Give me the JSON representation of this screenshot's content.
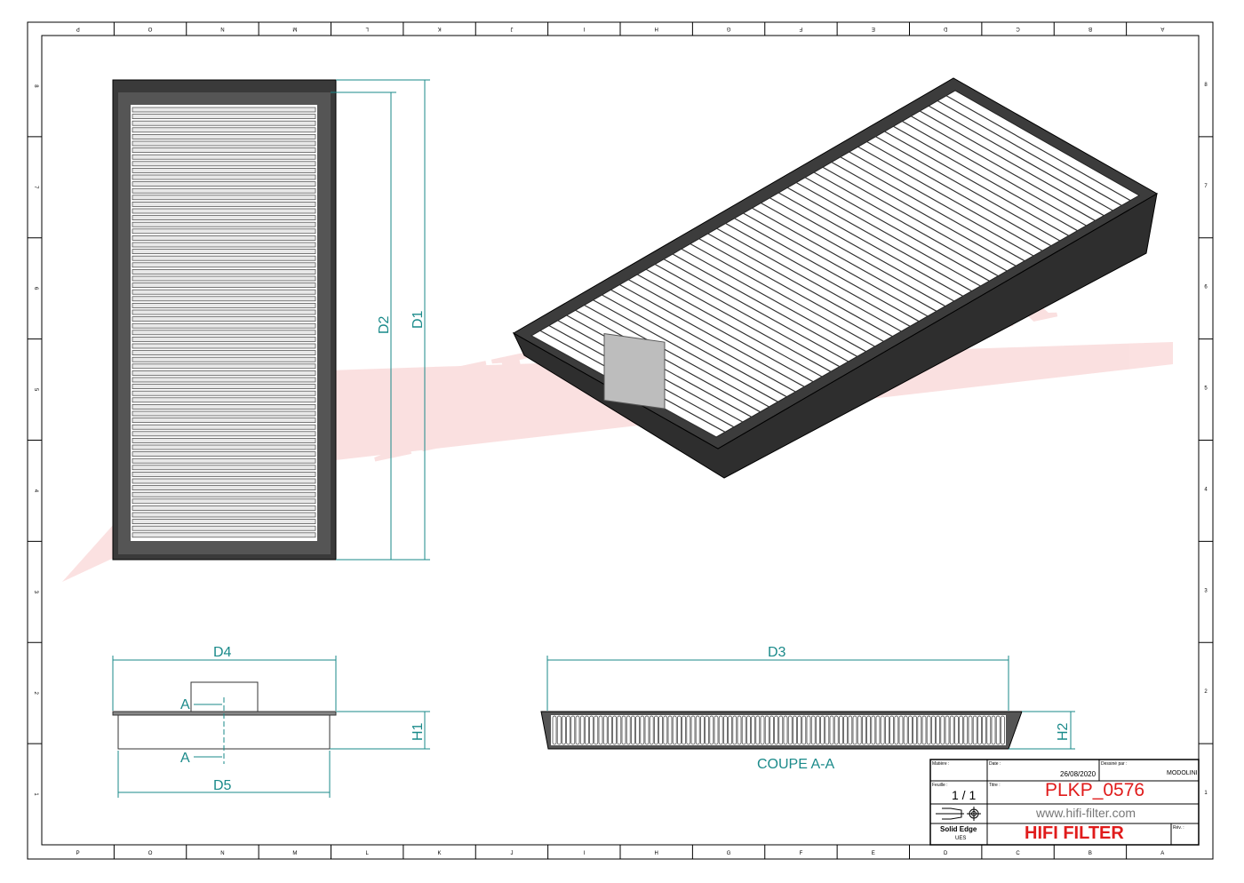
{
  "border": {
    "columns": [
      "P",
      "O",
      "N",
      "M",
      "L",
      "K",
      "J",
      "I",
      "H",
      "G",
      "F",
      "E",
      "D",
      "C",
      "B",
      "A"
    ],
    "rows": [
      "8",
      "7",
      "6",
      "5",
      "4",
      "3",
      "2",
      "1"
    ]
  },
  "watermark": "HIFI FILTER",
  "dimensions": {
    "d1": "D1",
    "d2": "D2",
    "d3": "D3",
    "d4": "D4",
    "d5": "D5",
    "h1": "H1",
    "h2": "H2",
    "section_mark": "A"
  },
  "section_label": "COUPE A-A",
  "title_block": {
    "material_label": "Matière :",
    "date_label": "Date :",
    "date": "26/08/2020",
    "drawn_by_label": "Dessiné par :",
    "drawn_by": "MODOLINI",
    "sheet_label": "Feuille :",
    "sheet": "1 / 1",
    "title_label": "Titre :",
    "title": "PLKP_0576",
    "website": "www.hifi-filter.com",
    "software": "Solid Edge",
    "software_sub": "UES",
    "company": "HIFI FILTER",
    "rev_label": "Rév. :",
    "colors": {
      "red": "#e01b1b",
      "teal": "#1a8a8a"
    }
  }
}
